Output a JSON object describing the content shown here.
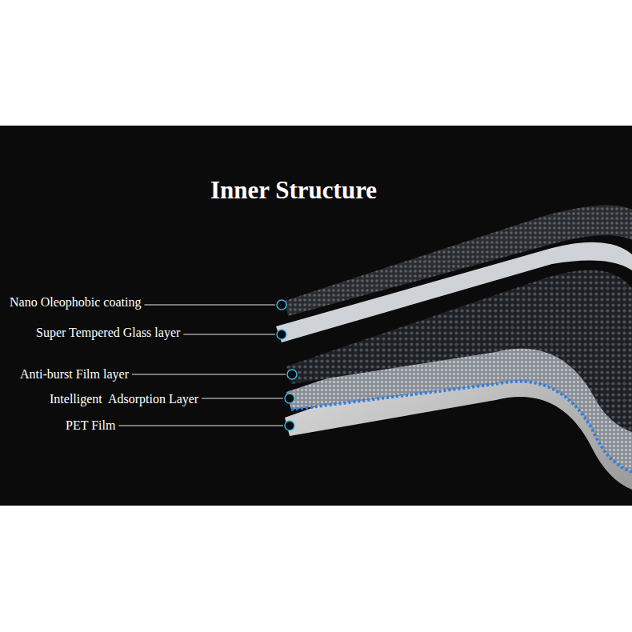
{
  "diagram": {
    "title": "Inner Structure",
    "labels": [
      "Nano Oleophobic coating",
      "Super Tempered Glass layer",
      "Anti-burst Film layer",
      "Intelligent  Adsorption Layer",
      "PET Film"
    ]
  }
}
